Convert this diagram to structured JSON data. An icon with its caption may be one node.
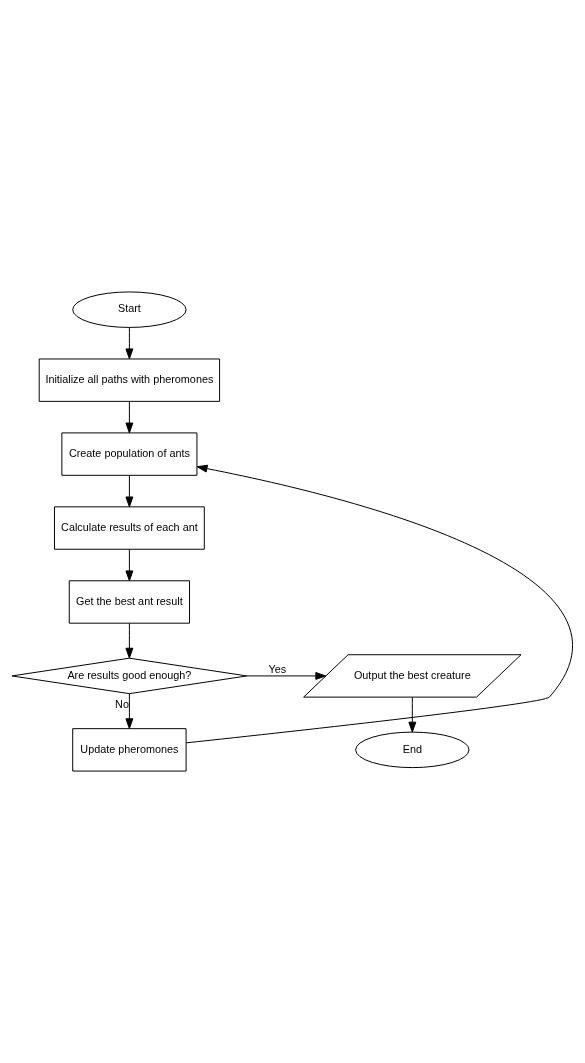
{
  "diagram": {
    "nodes": [
      {
        "text": [
          "Start"
        ]
      },
      {
        "text": [
          "Initialize all paths with pheromones"
        ]
      },
      {
        "text": [
          "Create population of ants"
        ]
      },
      {
        "text": [
          "Calculate results of each ant"
        ]
      },
      {
        "text": [
          "Get the best ant result"
        ]
      },
      {
        "text": [
          "Are results good enough?"
        ]
      },
      {
        "text": [
          "Output the best creature"
        ]
      },
      {
        "text": [
          "Update pheromones"
        ]
      },
      {
        "text": [
          "End"
        ]
      }
    ],
    "edges": [
      {
        "from": 0,
        "to": 1,
        "arrow": "to"
      },
      {
        "from": 1,
        "to": 2,
        "arrow": "to"
      },
      {
        "from": 2,
        "to": 3,
        "arrow": "to"
      },
      {
        "from": 3,
        "to": 4,
        "arrow": "to"
      },
      {
        "from": 4,
        "to": 5,
        "arrow": "to"
      },
      {
        "from": 5,
        "to": 6,
        "label": "Yes",
        "arrow": "to"
      },
      {
        "from": 5,
        "to": 7,
        "label": "No",
        "arrow": "to"
      },
      {
        "from": 7,
        "to": 2,
        "arrow": "to"
      },
      {
        "from": 6,
        "to": 8,
        "arrow": "to"
      }
    ]
  }
}
